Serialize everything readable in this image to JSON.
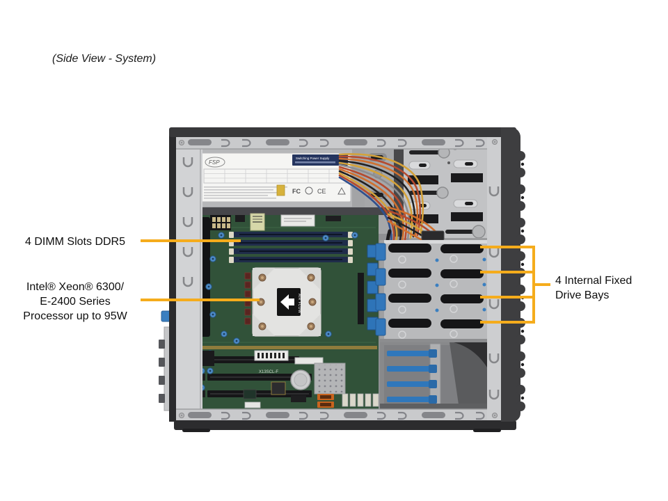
{
  "page": {
    "title": "(Side View - System)"
  },
  "callouts": {
    "dimm": {
      "label": "4 DIMM Slots DDR5"
    },
    "cpu": {
      "lines": [
        "Intel® Xeon® 6300/",
        "E-2400 Series",
        "Processor up to 95W"
      ]
    },
    "drive": {
      "lines": [
        "4 Internal Fixed",
        "Drive Bays"
      ]
    }
  },
  "illustration": {
    "cooler_label": "AIR FLOW",
    "board_model": "X13SCL-F",
    "psu": {
      "brand": "FSP",
      "badge": "Switching Power Supply",
      "certs": [
        "FC",
        "CE"
      ]
    }
  },
  "colors": {
    "callout": "#F5AC1C"
  }
}
